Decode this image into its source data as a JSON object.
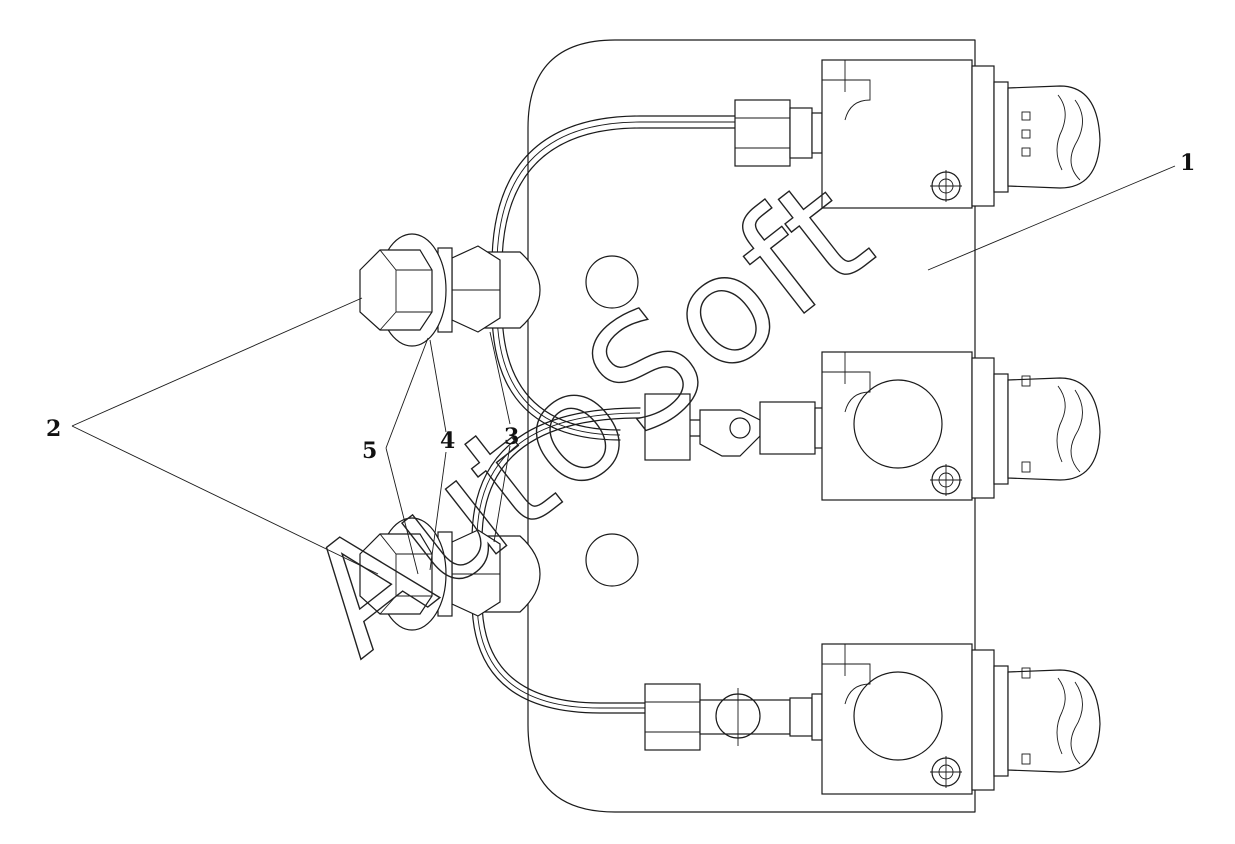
{
  "diagram": {
    "callouts": [
      {
        "id": "1",
        "label": "1"
      },
      {
        "id": "2",
        "label": "2"
      },
      {
        "id": "3",
        "label": "3"
      },
      {
        "id": "4",
        "label": "4"
      },
      {
        "id": "5",
        "label": "5"
      }
    ],
    "watermark": "AutoSoft"
  }
}
